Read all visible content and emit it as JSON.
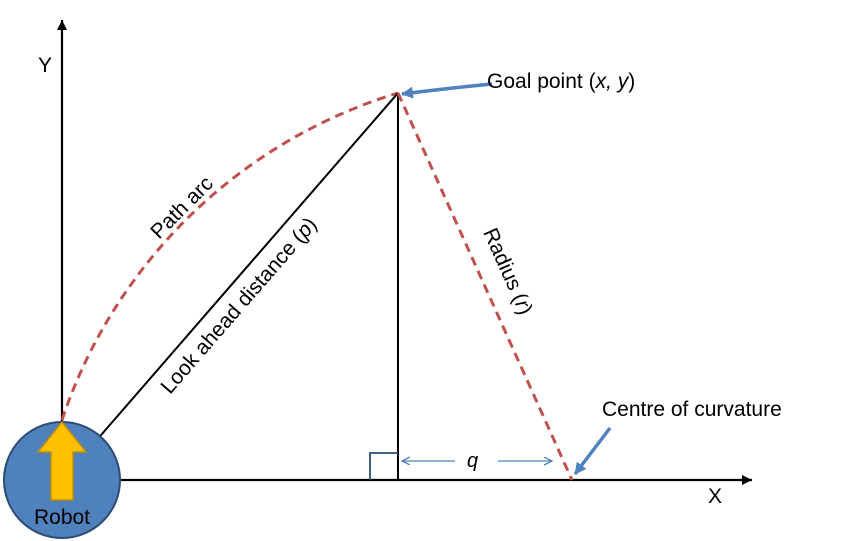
{
  "axes": {
    "x_label": "X",
    "y_label": "Y"
  },
  "labels": {
    "path_arc": "Path arc",
    "lookahead_text": "Look ahead distance (",
    "lookahead_var": "p",
    "lookahead_close": ")",
    "radius_text": "Radius (",
    "radius_var": "r",
    "radius_close": ")",
    "goal_text": "Goal point (",
    "goal_var_x": "x,",
    "goal_var_y": "y",
    "goal_close": ")",
    "centre": "Centre of curvature",
    "q": "q",
    "robot": "Robot"
  },
  "colors": {
    "axis": "#000000",
    "arc": "#c0504d",
    "arrow": "#4f81bd",
    "robot_fill": "#4f81bd",
    "robot_stroke": "#2c4d75",
    "heading_arrow_fill": "#ffc000",
    "heading_arrow_stroke": "#c09000"
  },
  "icons": {
    "robot": "circle-robot-icon",
    "heading": "up-arrow-icon",
    "right_angle": "right-angle-marker"
  }
}
